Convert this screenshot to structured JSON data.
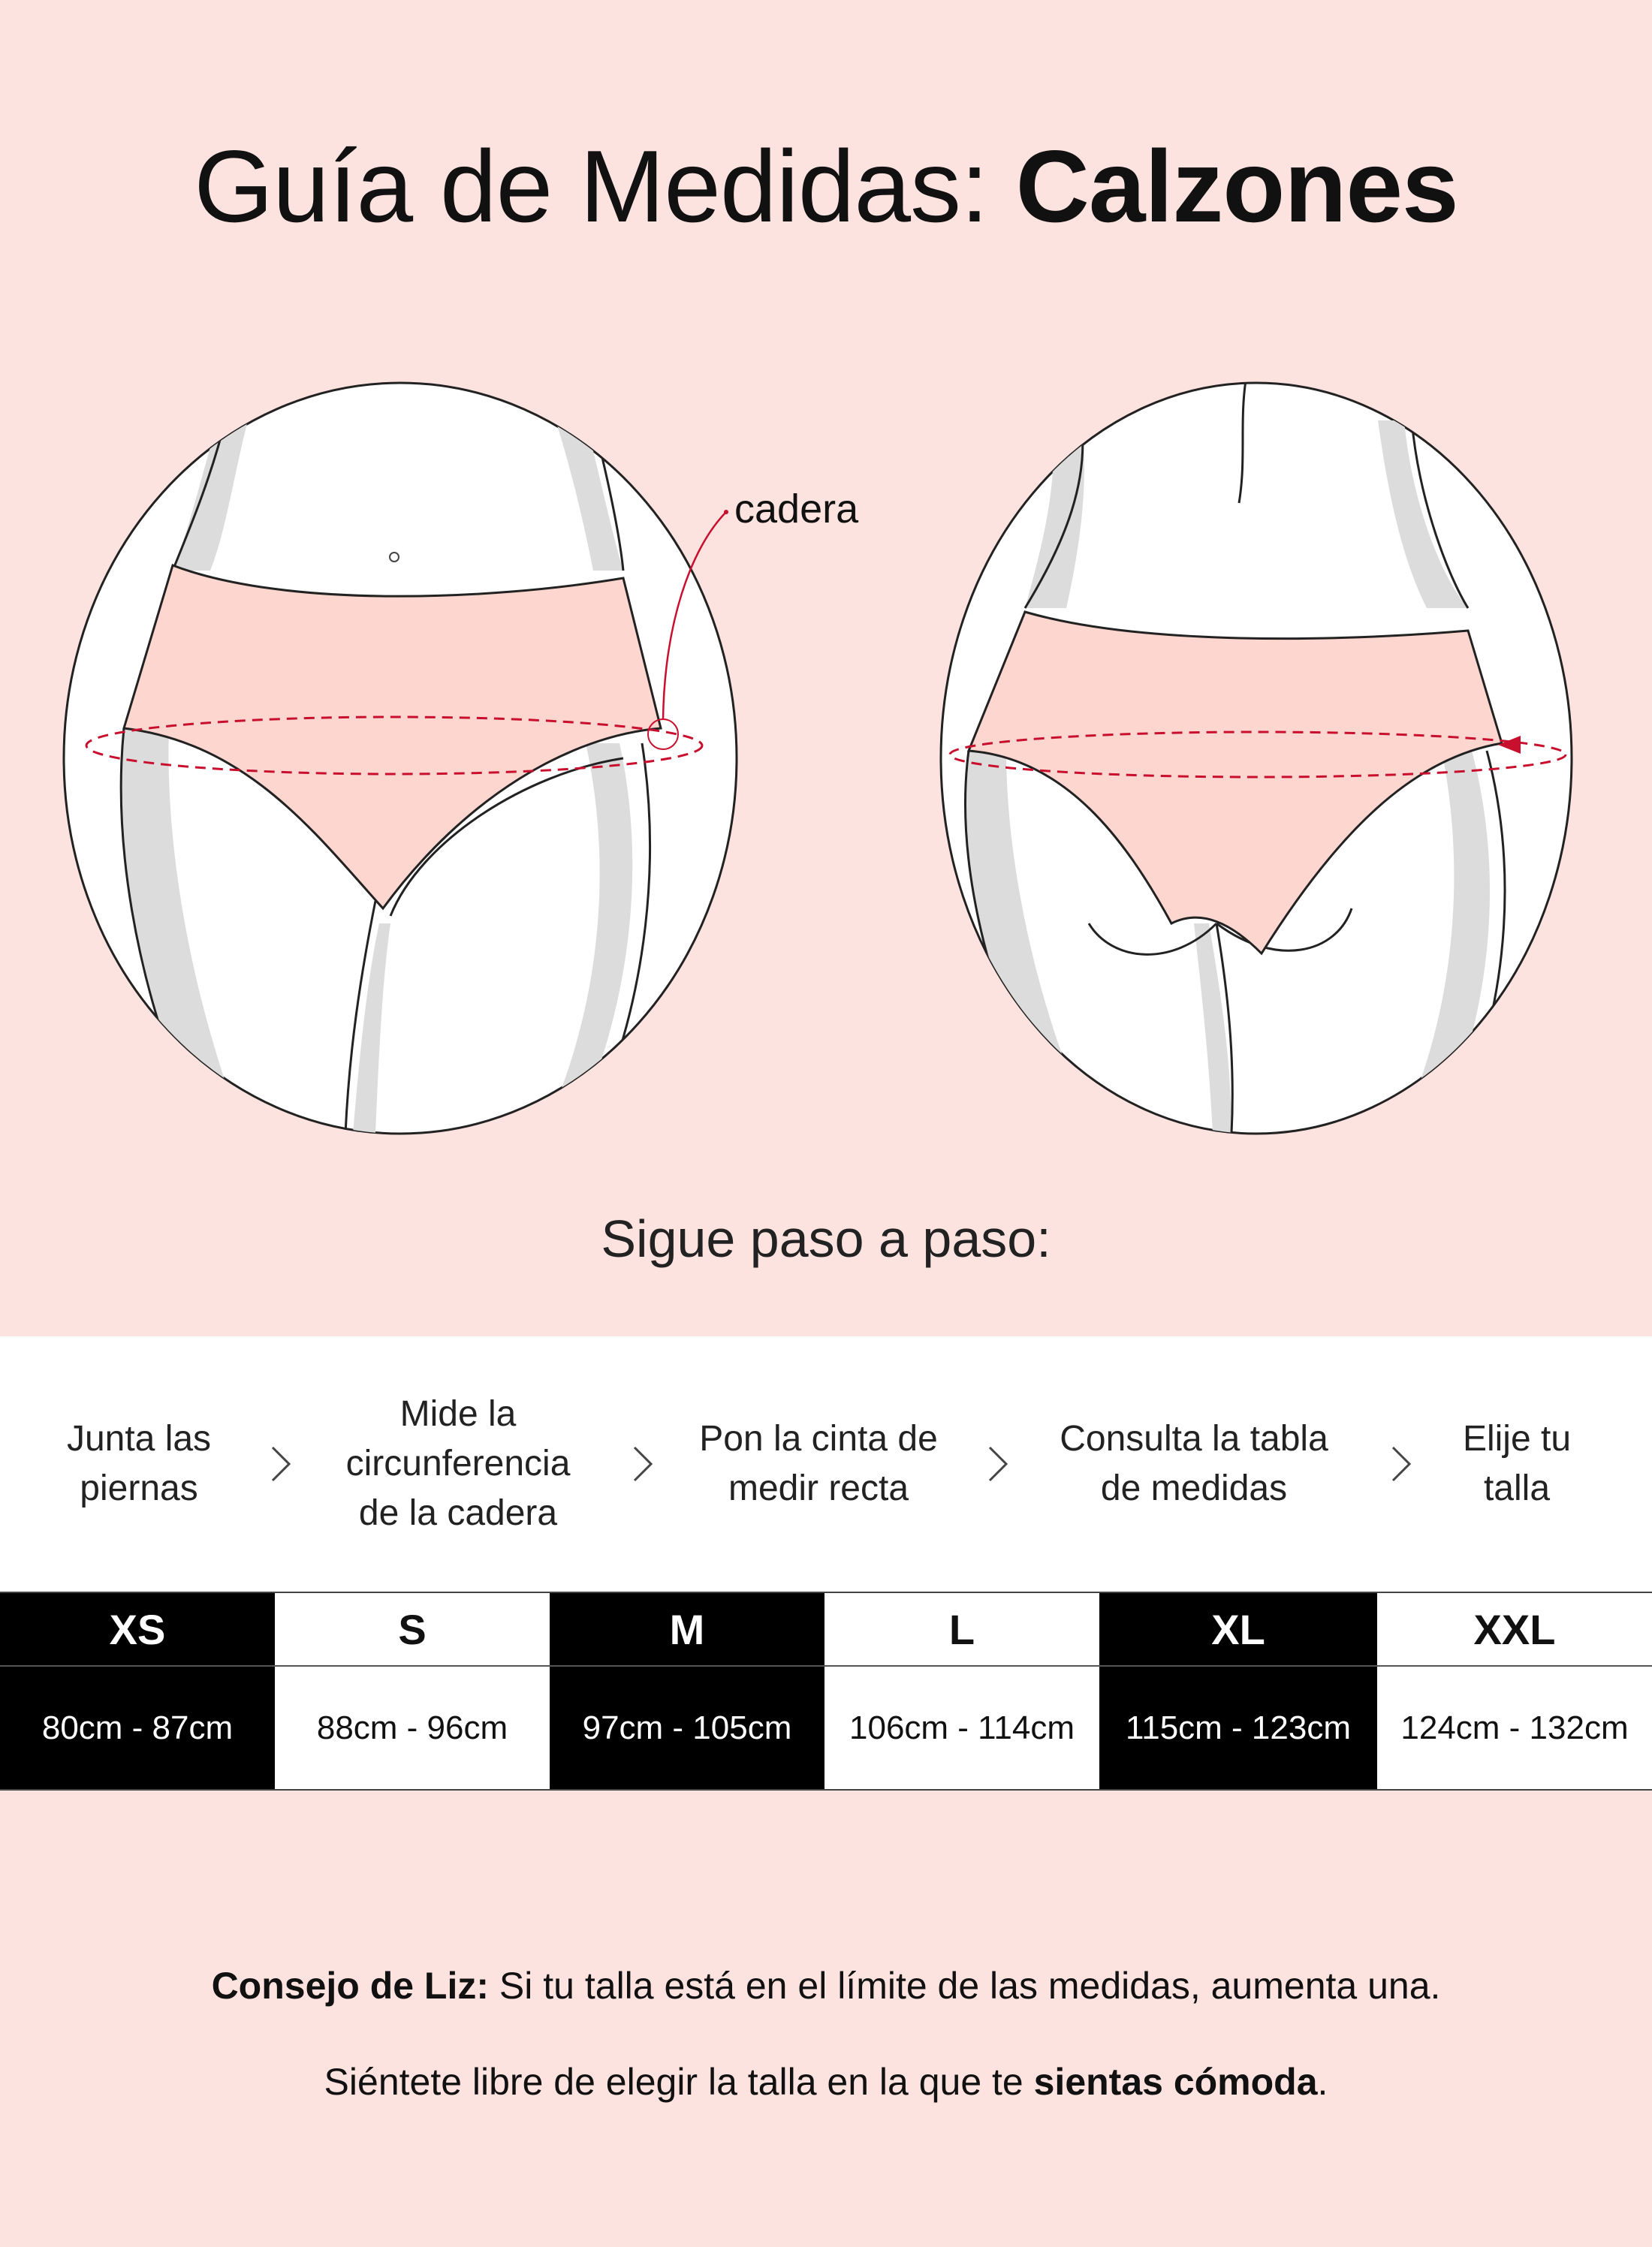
{
  "header": {
    "title_light": "Guía de Medidas: ",
    "title_bold": "Calzones"
  },
  "illustration": {
    "label": "cadera",
    "accent_color": "#c8102e",
    "garment_color": "#fdd6d0",
    "shade_color": "#dcdcdc"
  },
  "steps": {
    "heading": "Sigue paso a paso:",
    "items": [
      {
        "label": "Junta las\npiernas"
      },
      {
        "label": "Mide la\ncircunferencia\nde la cadera"
      },
      {
        "label": "Pon la cinta de\nmedir recta"
      },
      {
        "label": "Consulta la tabla\nde medidas"
      },
      {
        "label": "Elije tu\ntalla"
      }
    ],
    "separator_icon": "chevron-right-icon"
  },
  "size_table": {
    "columns": [
      {
        "size": "XS",
        "range": "80cm - 87cm",
        "style": "dark"
      },
      {
        "size": "S",
        "range": "88cm - 96cm",
        "style": "light"
      },
      {
        "size": "M",
        "range": "97cm - 105cm",
        "style": "dark"
      },
      {
        "size": "L",
        "range": "106cm - 114cm",
        "style": "light"
      },
      {
        "size": "XL",
        "range": "115cm - 123cm",
        "style": "dark"
      },
      {
        "size": "XXL",
        "range": "124cm - 132cm",
        "style": "light"
      }
    ]
  },
  "tips": {
    "tip1_bold": "Consejo de Liz:",
    "tip1_text": " Si tu talla está en el límite de las medidas, aumenta una.",
    "tip2_text": "Siéntete libre de elegir la talla en la que te ",
    "tip2_bold": "sientas cómoda",
    "tip2_end": "."
  }
}
